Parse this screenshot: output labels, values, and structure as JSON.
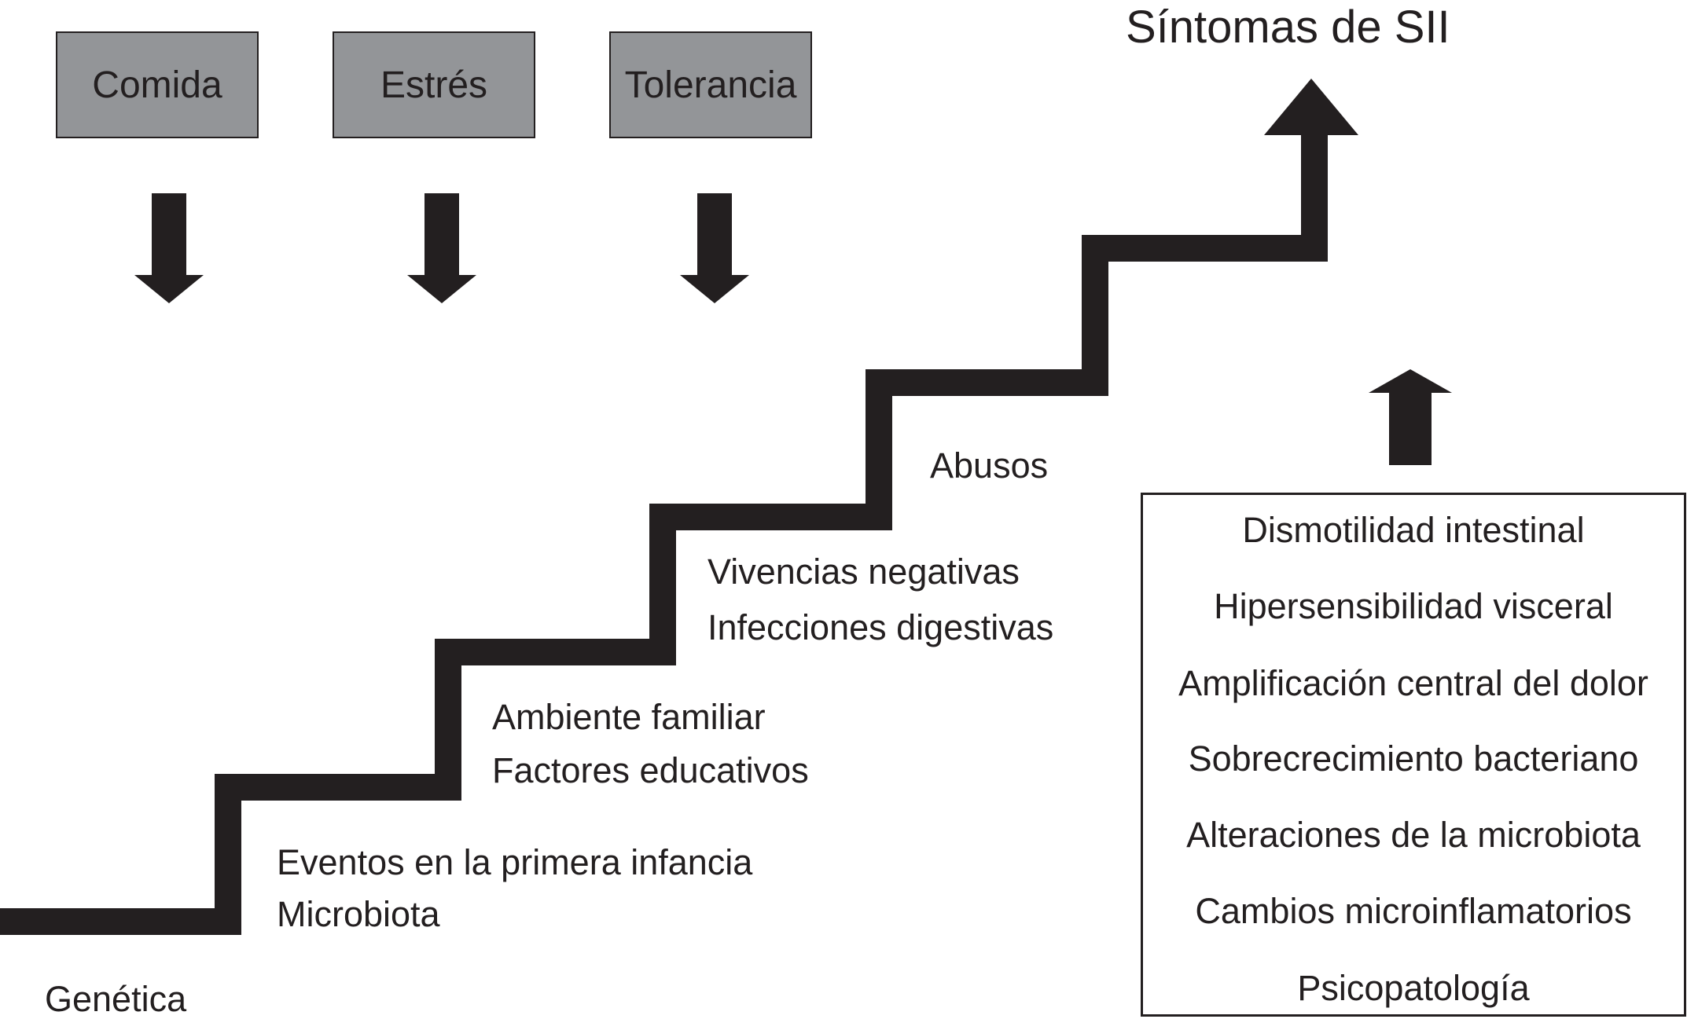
{
  "title": "Síntomas de SII",
  "factors": [
    "Comida",
    "Estrés",
    "Tolerancia"
  ],
  "steps": [
    {
      "lines": [
        "Genética"
      ]
    },
    {
      "lines": [
        "Eventos en la primera infancia",
        "Microbiota"
      ]
    },
    {
      "lines": [
        "Ambiente familiar",
        "Factores educativos"
      ]
    },
    {
      "lines": [
        "Vivencias negativas",
        "Infecciones digestivas"
      ]
    },
    {
      "lines": [
        "Abusos"
      ]
    }
  ],
  "mechanisms": [
    "Dismotilidad intestinal",
    "Hipersensibilidad visceral",
    "Amplificación central del dolor",
    "Sobrecrecimiento bacteriano",
    "Alteraciones de la microbiota",
    "Cambios microinflamatorios",
    "Psicopatología"
  ],
  "colors": {
    "ink": "#231f20",
    "factor_fill": "#939598",
    "background": "#ffffff"
  }
}
